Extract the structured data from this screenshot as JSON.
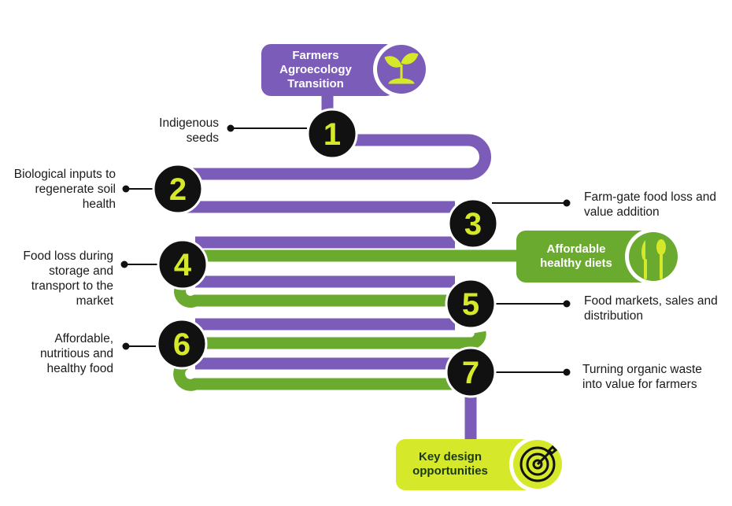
{
  "colors": {
    "purple": "#7b5cb8",
    "green": "#6aaa2e",
    "lime": "#d5e82a",
    "ink": "#111111",
    "white": "#ffffff",
    "text": "#1a1a1a"
  },
  "icons": {
    "top": "seedling-icon",
    "middle": "knife-spoon-icon",
    "bottom": "target-icon"
  },
  "top_box": {
    "title": "Farmers Agroecology Transition"
  },
  "middle_box": {
    "title": "Affordable healthy diets"
  },
  "bottom_box": {
    "title": "Key design opportunities"
  },
  "steps": [
    {
      "number": "1",
      "label": "Indigenous seeds"
    },
    {
      "number": "2",
      "label": "Biological inputs to regenerate soil health"
    },
    {
      "number": "3",
      "label": "Farm-gate food loss and value addition"
    },
    {
      "number": "4",
      "label": "Food loss during storage and transport to the market"
    },
    {
      "number": "5",
      "label": "Food markets, sales and distribution"
    },
    {
      "number": "6",
      "label": "Affordable, nutritious and healthy food"
    },
    {
      "number": "7",
      "label": "Turning organic waste into value for farmers"
    }
  ]
}
